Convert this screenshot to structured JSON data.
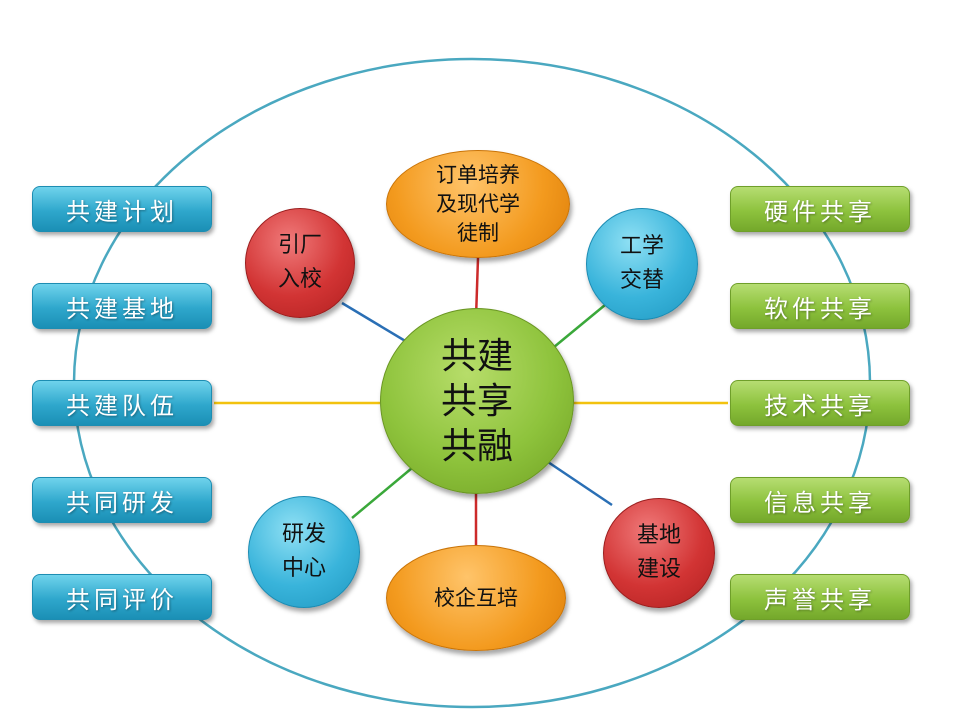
{
  "center": {
    "label": "共建\n共享\n共融"
  },
  "nodes": {
    "top": "订单培养\n及现代学\n徒制",
    "top_left": "引厂\n入校",
    "top_right": "工学\n交替",
    "bottom_left": "研发\n中心",
    "bottom": "校企互培",
    "bottom_right": "基地\n建设"
  },
  "left_items": [
    "共建计划",
    "共建基地",
    "共建队伍",
    "共同研发",
    "共同评价"
  ],
  "right_items": [
    "硬件共享",
    "软件共享",
    "技术共享",
    "信息共享",
    "声誉共享"
  ],
  "colors": {
    "outer_ellipse": "#4aa8c0",
    "connector_red": "#cc2a2a",
    "connector_blue": "#2a6fb5",
    "connector_green": "#3aa83a",
    "connector_yellow": "#f2c20f"
  }
}
